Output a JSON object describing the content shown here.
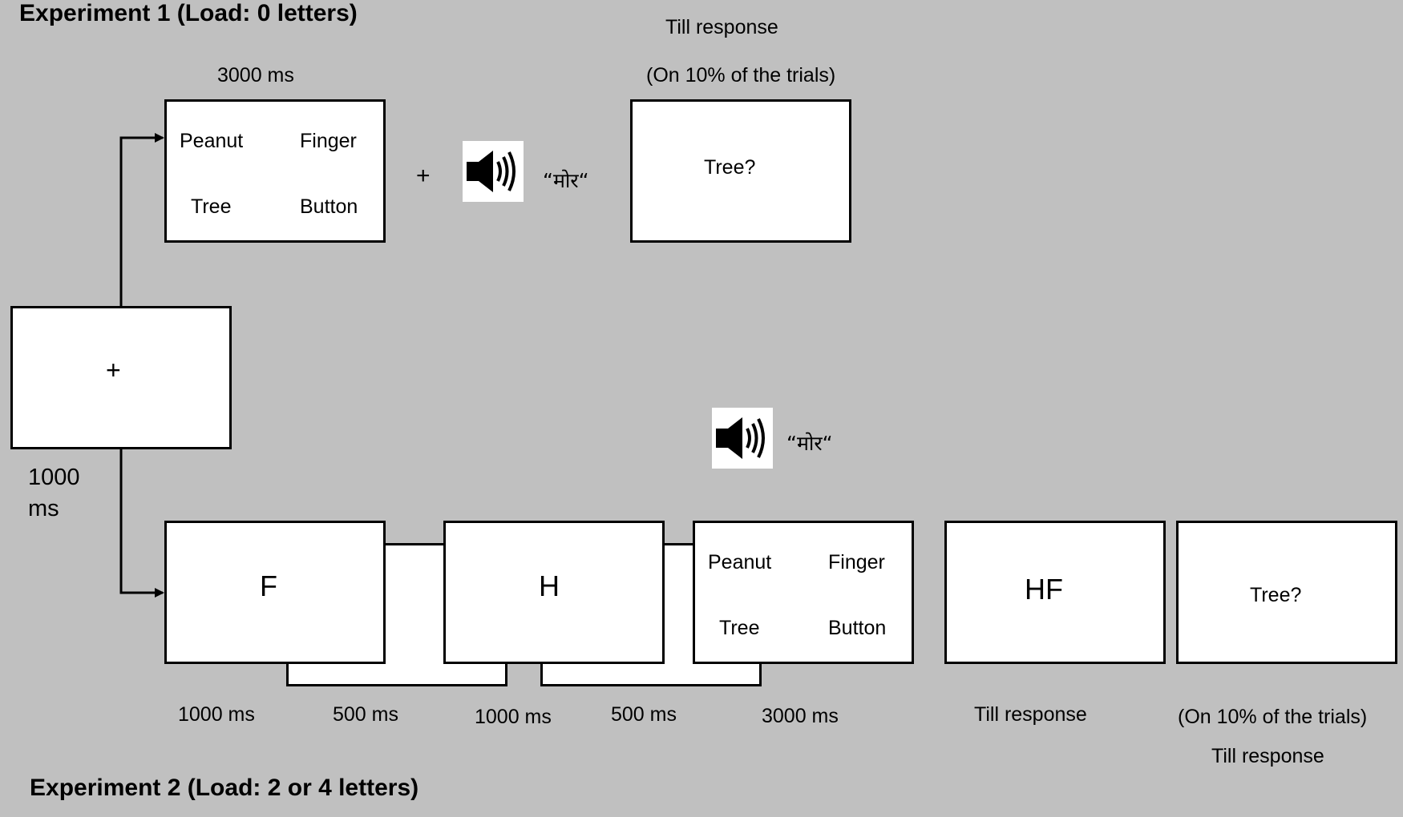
{
  "exp1": {
    "title": "Experiment 1 (Load: 0 letters)",
    "word_display_duration": "3000 ms",
    "words": [
      "Peanut",
      "Finger",
      "Tree",
      "Button"
    ],
    "plus": "+",
    "audio_word": "“मोर“",
    "probe_duration": "Till response",
    "probe_frequency": "(On 10% of the trials)",
    "probe_text": "Tree?"
  },
  "fixation": {
    "symbol": "+",
    "duration_line1": "1000",
    "duration_line2": "ms"
  },
  "exp2": {
    "title": "Experiment 2 (Load: 2 or 4 letters)",
    "letter1": "F",
    "letter2": "H",
    "recall_text": "HF",
    "words": [
      "Peanut",
      "Finger",
      "Tree",
      "Button"
    ],
    "audio_word": "“मोर“",
    "probe_text": "Tree?",
    "timings": [
      "1000 ms",
      "500 ms",
      "1000 ms",
      "500 ms",
      "3000 ms"
    ],
    "recall_duration": "Till response",
    "probe_frequency": "(On 10% of the trials)",
    "probe_duration": "Till response"
  },
  "icons": {
    "speaker": "speaker-sound-icon",
    "arrow": "arrow-right-icon"
  }
}
